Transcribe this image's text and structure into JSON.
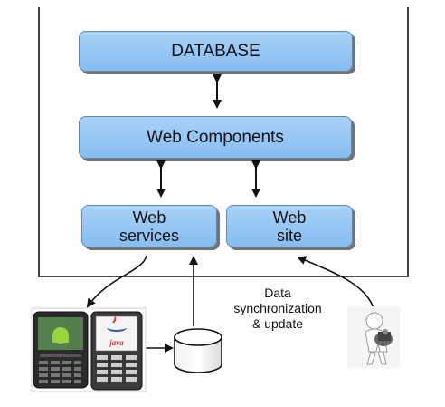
{
  "diagram": {
    "database_label": "DATABASE",
    "web_components_label": "Web Components",
    "web_services_label": "Web\nservices",
    "web_site_label": "Web\nsite",
    "sync_label": "Data\nsynchronization\n& update"
  },
  "phone_labels": {
    "java_text": "java"
  }
}
